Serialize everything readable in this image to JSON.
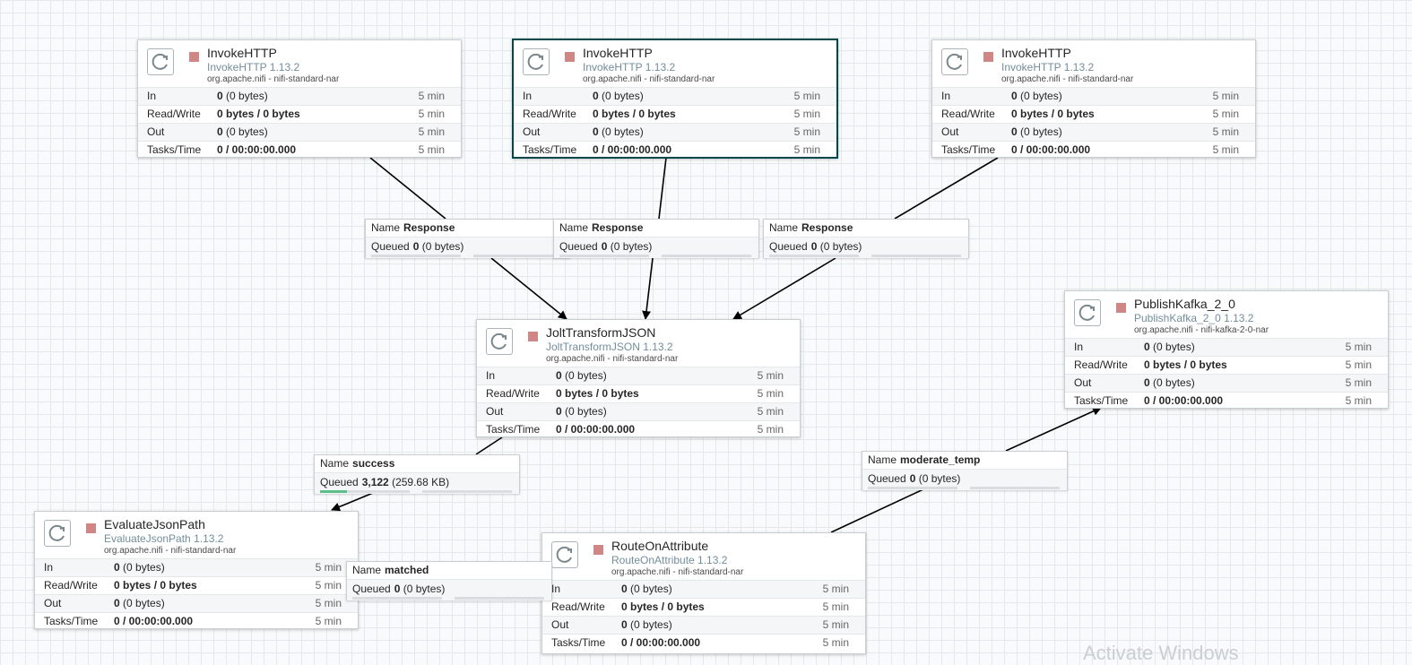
{
  "stat_labels": {
    "in": "In",
    "read_write": "Read/Write",
    "out": "Out",
    "tasks_time": "Tasks/Time"
  },
  "connection_labels": {
    "name": "Name",
    "queued": "Queued"
  },
  "processors": [
    {
      "name": "InvokeHTTP",
      "type": "InvokeHTTP 1.13.2",
      "bundle": "org.apache.nifi - nifi-standard-nar",
      "in_count": "0",
      "in_size": "(0 bytes)",
      "read_write": "0 bytes / 0 bytes",
      "out_count": "0",
      "out_size": "(0 bytes)",
      "tasks_time": "0 / 00:00:00.000",
      "window": "5 min"
    },
    {
      "name": "InvokeHTTP",
      "type": "InvokeHTTP 1.13.2",
      "bundle": "org.apache.nifi - nifi-standard-nar",
      "in_count": "0",
      "in_size": "(0 bytes)",
      "read_write": "0 bytes / 0 bytes",
      "out_count": "0",
      "out_size": "(0 bytes)",
      "tasks_time": "0 / 00:00:00.000",
      "window": "5 min"
    },
    {
      "name": "InvokeHTTP",
      "type": "InvokeHTTP 1.13.2",
      "bundle": "org.apache.nifi - nifi-standard-nar",
      "in_count": "0",
      "in_size": "(0 bytes)",
      "read_write": "0 bytes / 0 bytes",
      "out_count": "0",
      "out_size": "(0 bytes)",
      "tasks_time": "0 / 00:00:00.000",
      "window": "5 min"
    },
    {
      "name": "JoltTransformJSON",
      "type": "JoltTransformJSON 1.13.2",
      "bundle": "org.apache.nifi - nifi-standard-nar",
      "in_count": "0",
      "in_size": "(0 bytes)",
      "read_write": "0 bytes / 0 bytes",
      "out_count": "0",
      "out_size": "(0 bytes)",
      "tasks_time": "0 / 00:00:00.000",
      "window": "5 min"
    },
    {
      "name": "PublishKafka_2_0",
      "type": "PublishKafka_2_0 1.13.2",
      "bundle": "org.apache.nifi - nifi-kafka-2-0-nar",
      "in_count": "0",
      "in_size": "(0 bytes)",
      "read_write": "0 bytes / 0 bytes",
      "out_count": "0",
      "out_size": "(0 bytes)",
      "tasks_time": "0 / 00:00:00.000",
      "window": "5 min"
    },
    {
      "name": "EvaluateJsonPath",
      "type": "EvaluateJsonPath 1.13.2",
      "bundle": "org.apache.nifi - nifi-standard-nar",
      "in_count": "0",
      "in_size": "(0 bytes)",
      "read_write": "0 bytes / 0 bytes",
      "out_count": "0",
      "out_size": "(0 bytes)",
      "tasks_time": "0 / 00:00:00.000",
      "window": "5 min"
    },
    {
      "name": "RouteOnAttribute",
      "type": "RouteOnAttribute 1.13.2",
      "bundle": "org.apache.nifi - nifi-standard-nar",
      "in_count": "0",
      "in_size": "(0 bytes)",
      "read_write": "0 bytes / 0 bytes",
      "out_count": "0",
      "out_size": "(0 bytes)",
      "tasks_time": "0 / 00:00:00.000",
      "window": "5 min"
    }
  ],
  "connections": [
    {
      "name": "Response",
      "queued_count": "0",
      "queued_size": "(0 bytes)",
      "fill": 0
    },
    {
      "name": "Response",
      "queued_count": "0",
      "queued_size": "(0 bytes)",
      "fill": 0
    },
    {
      "name": "Response",
      "queued_count": "0",
      "queued_size": "(0 bytes)",
      "fill": 0
    },
    {
      "name": "success",
      "queued_count": "3,122",
      "queued_size": "(259.68 KB)",
      "fill": 0.3
    },
    {
      "name": "moderate_temp",
      "queued_count": "0",
      "queued_size": "(0 bytes)",
      "fill": 0
    },
    {
      "name": "matched",
      "queued_count": "0",
      "queued_size": "(0 bytes)",
      "fill": 0
    }
  ],
  "colors": {
    "stopped": "#d18686",
    "selected_border": "#004849",
    "queue_fill": "#5bbf8a"
  },
  "watermark": "Activate Windows"
}
